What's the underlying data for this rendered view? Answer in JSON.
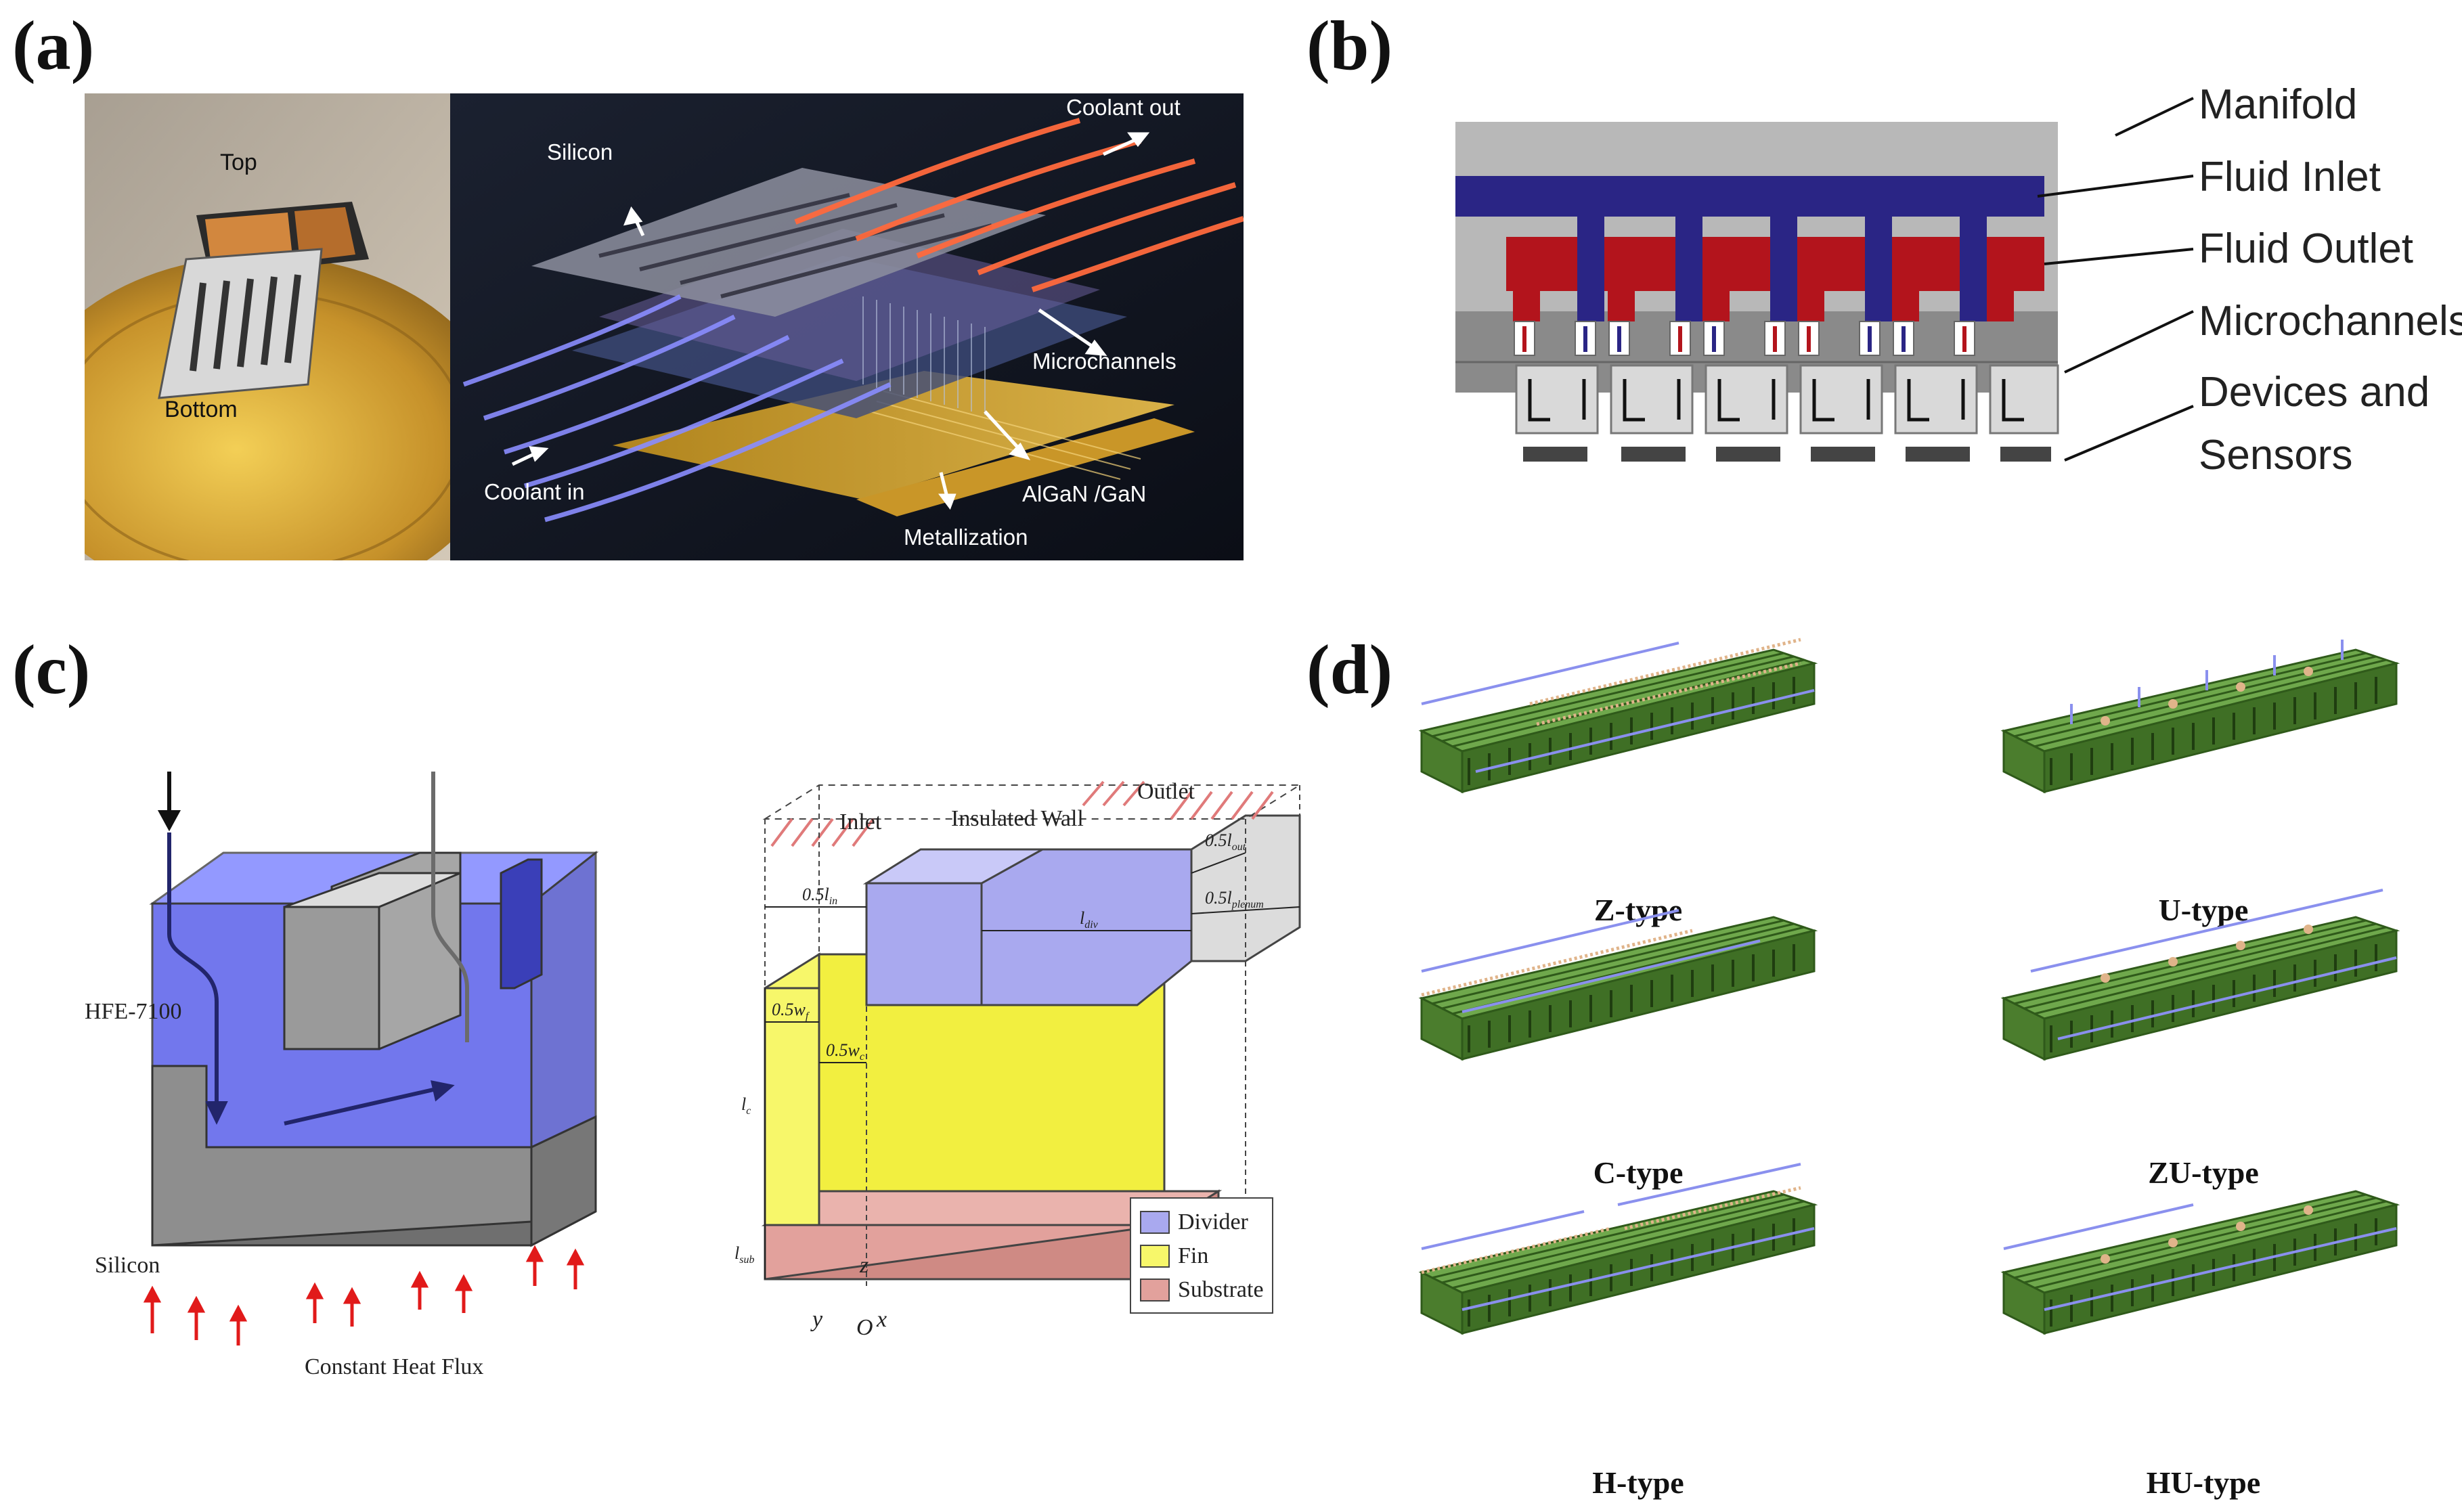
{
  "panels": {
    "a": {
      "label": "(a)",
      "photo": {
        "top": "Top",
        "bottom": "Bottom"
      },
      "render": {
        "coolant_out": "Coolant out",
        "silicon": "Silicon",
        "microchannels": "Microchannels",
        "coolant_in": "Coolant in",
        "algan": "AlGaN /GaN",
        "metallization": "Metallization"
      }
    },
    "b": {
      "label": "(b)",
      "labels": [
        "Manifold",
        "Fluid Inlet",
        "Fluid Outlet",
        "Microchannels",
        "Devices and",
        "Sensors"
      ],
      "colors": {
        "inlet": "#2a2585",
        "outlet": "#b3141c",
        "manifold": "#b8b8b8",
        "body": "#8a8a8a"
      }
    },
    "c": {
      "label": "(c)",
      "left": {
        "fluid": "HFE-7100",
        "silicon": "Silicon",
        "heat_flux": "Constant Heat Flux"
      },
      "right": {
        "inlet": "Inlet",
        "insulated_wall": "Insulated Wall",
        "outlet": "Outlet",
        "half_l_in": "0.5l",
        "half_l_in_sub": "in",
        "l_div": "l",
        "l_div_sub": "div",
        "half_l_out": "0.5l",
        "half_l_out_sub": "out",
        "half_l_plenum": "0.5l",
        "half_l_plenum_sub": "plenum",
        "l_c": "l",
        "l_c_sub": "c",
        "half_wf": "0.5w",
        "half_wf_sub": "f",
        "half_wc": "0.5w",
        "half_wc_sub": "c",
        "l_sub": "l",
        "l_sub_sub": "sub",
        "axis_z": "z",
        "axis_y": "y",
        "axis_x": "x",
        "origin": "O",
        "legend": [
          {
            "name": "Divider",
            "color": "#a9a9ef"
          },
          {
            "name": "Fin",
            "color": "#f7f76a"
          },
          {
            "name": "Substrate",
            "color": "#e2a19c"
          }
        ]
      }
    },
    "d": {
      "label": "(d)",
      "types": [
        "Z-type",
        "U-type",
        "C-type",
        "ZU-type",
        "H-type",
        "HU-type"
      ]
    }
  }
}
